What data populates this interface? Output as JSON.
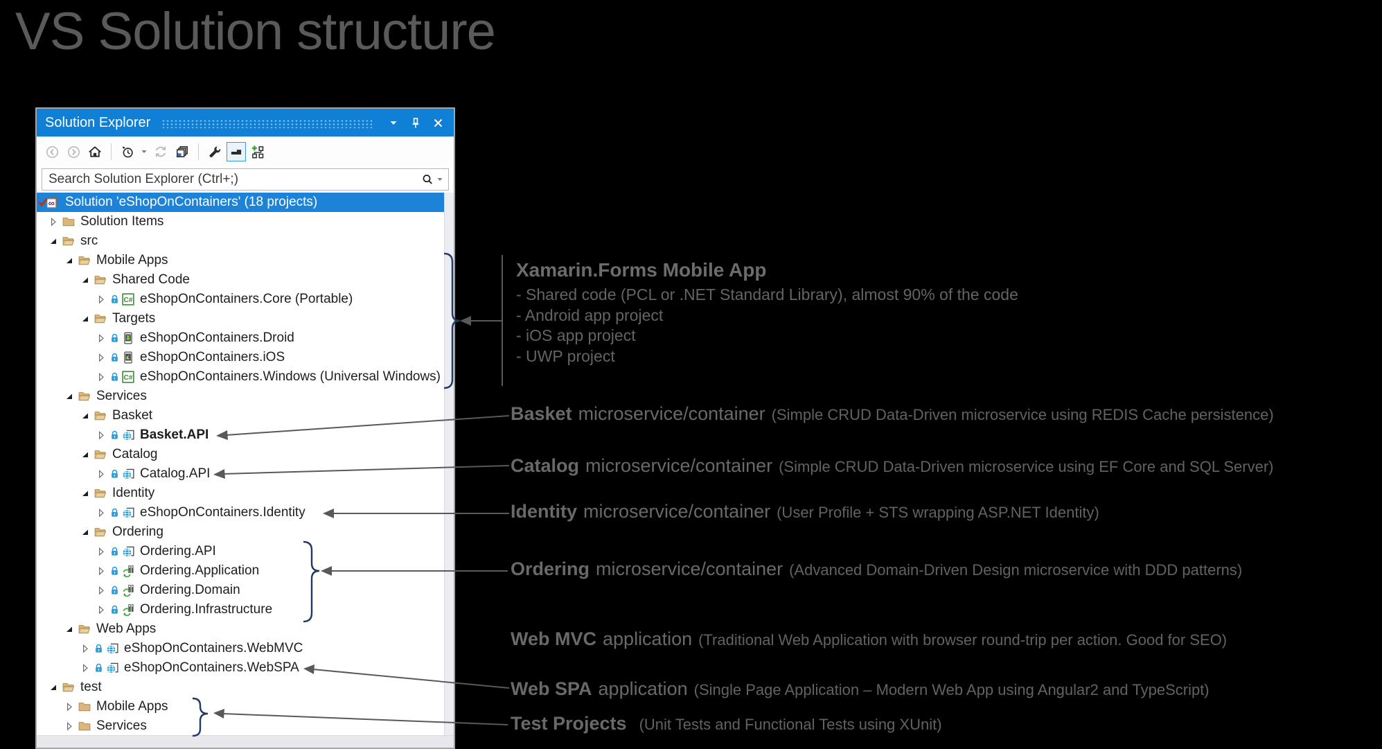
{
  "page_title": "VS Solution structure",
  "solution_explorer": {
    "header": {
      "title": "Solution Explorer",
      "icons": [
        "window-menu-icon",
        "pin-icon",
        "close-icon"
      ]
    },
    "toolbar_icons": [
      "back-icon",
      "forward-icon",
      "home-icon",
      "history-icon",
      "history-caret-icon",
      "sync-icon",
      "switch-views-icon",
      "properties-icon",
      "preview-selected-items-icon",
      "show-all-files-icon"
    ],
    "search": {
      "placeholder": "Search Solution Explorer (Ctrl+;)",
      "icons": [
        "search-icon",
        "search-caret-icon"
      ]
    },
    "tree": [
      {
        "label": "Solution 'eShopOnContainers' (18 projects)",
        "indent": 0,
        "expander": null,
        "icon": "solution-icon",
        "lock": false,
        "bold": false,
        "selected": true
      },
      {
        "label": "Solution Items",
        "indent": 1,
        "expander": "collapsed",
        "icon": "folder-closed-icon",
        "lock": false,
        "bold": false,
        "selected": false
      },
      {
        "label": "src",
        "indent": 1,
        "expander": "expanded",
        "icon": "folder-open-icon",
        "lock": false,
        "bold": false,
        "selected": false
      },
      {
        "label": "Mobile Apps",
        "indent": 2,
        "expander": "expanded",
        "icon": "folder-open-icon",
        "lock": false,
        "bold": false,
        "selected": false
      },
      {
        "label": "Shared Code",
        "indent": 3,
        "expander": "expanded",
        "icon": "folder-open-icon",
        "lock": false,
        "bold": false,
        "selected": false
      },
      {
        "label": "eShopOnContainers.Core (Portable)",
        "indent": 4,
        "expander": "collapsed",
        "icon": "csharp-project-icon",
        "lock": true,
        "bold": false,
        "selected": false
      },
      {
        "label": "Targets",
        "indent": 3,
        "expander": "expanded",
        "icon": "folder-open-icon",
        "lock": false,
        "bold": false,
        "selected": false
      },
      {
        "label": "eShopOnContainers.Droid",
        "indent": 4,
        "expander": "collapsed",
        "icon": "android-project-icon",
        "lock": true,
        "bold": false,
        "selected": false
      },
      {
        "label": "eShopOnContainers.iOS",
        "indent": 4,
        "expander": "collapsed",
        "icon": "ios-project-icon",
        "lock": true,
        "bold": false,
        "selected": false
      },
      {
        "label": "eShopOnContainers.Windows (Universal Windows)",
        "indent": 4,
        "expander": "collapsed",
        "icon": "csharp-project-icon",
        "lock": true,
        "bold": false,
        "selected": false
      },
      {
        "label": "Services",
        "indent": 2,
        "expander": "expanded",
        "icon": "folder-open-icon",
        "lock": false,
        "bold": false,
        "selected": false
      },
      {
        "label": "Basket",
        "indent": 3,
        "expander": "expanded",
        "icon": "folder-open-icon",
        "lock": false,
        "bold": false,
        "selected": false
      },
      {
        "label": "Basket.API",
        "indent": 4,
        "expander": "collapsed",
        "icon": "web-project-icon",
        "lock": true,
        "bold": true,
        "selected": false
      },
      {
        "label": "Catalog",
        "indent": 3,
        "expander": "expanded",
        "icon": "folder-open-icon",
        "lock": false,
        "bold": false,
        "selected": false
      },
      {
        "label": "Catalog.API",
        "indent": 4,
        "expander": "collapsed",
        "icon": "web-project-icon",
        "lock": true,
        "bold": false,
        "selected": false
      },
      {
        "label": "Identity",
        "indent": 3,
        "expander": "expanded",
        "icon": "folder-open-icon",
        "lock": false,
        "bold": false,
        "selected": false
      },
      {
        "label": "eShopOnContainers.Identity",
        "indent": 4,
        "expander": "collapsed",
        "icon": "web-project-icon",
        "lock": true,
        "bold": false,
        "selected": false
      },
      {
        "label": "Ordering",
        "indent": 3,
        "expander": "expanded",
        "icon": "folder-open-icon",
        "lock": false,
        "bold": false,
        "selected": false
      },
      {
        "label": "Ordering.API",
        "indent": 4,
        "expander": "collapsed",
        "icon": "web-project-icon",
        "lock": true,
        "bold": false,
        "selected": false
      },
      {
        "label": "Ordering.Application",
        "indent": 4,
        "expander": "collapsed",
        "icon": "class-library-icon",
        "lock": true,
        "bold": false,
        "selected": false
      },
      {
        "label": "Ordering.Domain",
        "indent": 4,
        "expander": "collapsed",
        "icon": "class-library-icon",
        "lock": true,
        "bold": false,
        "selected": false
      },
      {
        "label": "Ordering.Infrastructure",
        "indent": 4,
        "expander": "collapsed",
        "icon": "class-library-icon",
        "lock": true,
        "bold": false,
        "selected": false
      },
      {
        "label": "Web Apps",
        "indent": 2,
        "expander": "expanded",
        "icon": "folder-open-icon",
        "lock": false,
        "bold": false,
        "selected": false
      },
      {
        "label": "eShopOnContainers.WebMVC",
        "indent": 3,
        "expander": "collapsed",
        "icon": "web-project-icon",
        "lock": true,
        "bold": false,
        "selected": false
      },
      {
        "label": "eShopOnContainers.WebSPA",
        "indent": 3,
        "expander": "collapsed",
        "icon": "web-project-icon",
        "lock": true,
        "bold": false,
        "selected": false
      },
      {
        "label": "test",
        "indent": 1,
        "expander": "expanded",
        "icon": "folder-open-icon",
        "lock": false,
        "bold": false,
        "selected": false
      },
      {
        "label": "Mobile Apps",
        "indent": 2,
        "expander": "collapsed",
        "icon": "folder-closed-icon",
        "lock": false,
        "bold": false,
        "selected": false
      },
      {
        "label": "Services",
        "indent": 2,
        "expander": "collapsed",
        "icon": "folder-closed-icon",
        "lock": false,
        "bold": false,
        "selected": false
      }
    ]
  },
  "annotations": {
    "xamarin": {
      "title": "Xamarin.Forms Mobile App",
      "bullets": [
        "- Shared code (PCL or .NET Standard Library), almost 90% of the code",
        "- Android app project",
        "- iOS app project",
        "- UWP project"
      ]
    },
    "entries": [
      {
        "bold": "Basket",
        "mid": "microservice/container",
        "paren": "(Simple CRUD Data-Driven microservice using REDIS Cache persistence)"
      },
      {
        "bold": "Catalog",
        "mid": "microservice/container",
        "paren": "(Simple CRUD Data-Driven microservice using EF Core and SQL Server)"
      },
      {
        "bold": "Identity",
        "mid": "microservice/container",
        "paren": "(User Profile + STS wrapping ASP.NET Identity)"
      },
      {
        "bold": "Ordering",
        "mid": "microservice/container",
        "paren": "(Advanced Domain-Driven Design microservice with DDD patterns)"
      },
      {
        "bold": "Web MVC",
        "mid": "application",
        "paren": "(Traditional Web Application with browser round-trip per action. Good for SEO)"
      },
      {
        "bold": "Web SPA",
        "mid": "application",
        "paren": "(Single Page Application – Modern Web App using Angular2 and TypeScript)"
      },
      {
        "bold": "Test Projects",
        "mid": "",
        "paren": "(Unit Tests and Functional Tests using XUnit)"
      }
    ]
  },
  "colors": {
    "header_blue": "#0f80d6",
    "selection_blue": "#1c83d8",
    "folder_tan": "#dcb67a",
    "connector_gray": "#595959",
    "brace_navy": "#1f3864",
    "annotation_gray": "#67696b",
    "lock_blue": "#2e9bd6",
    "csharp_green": "#388a34"
  }
}
